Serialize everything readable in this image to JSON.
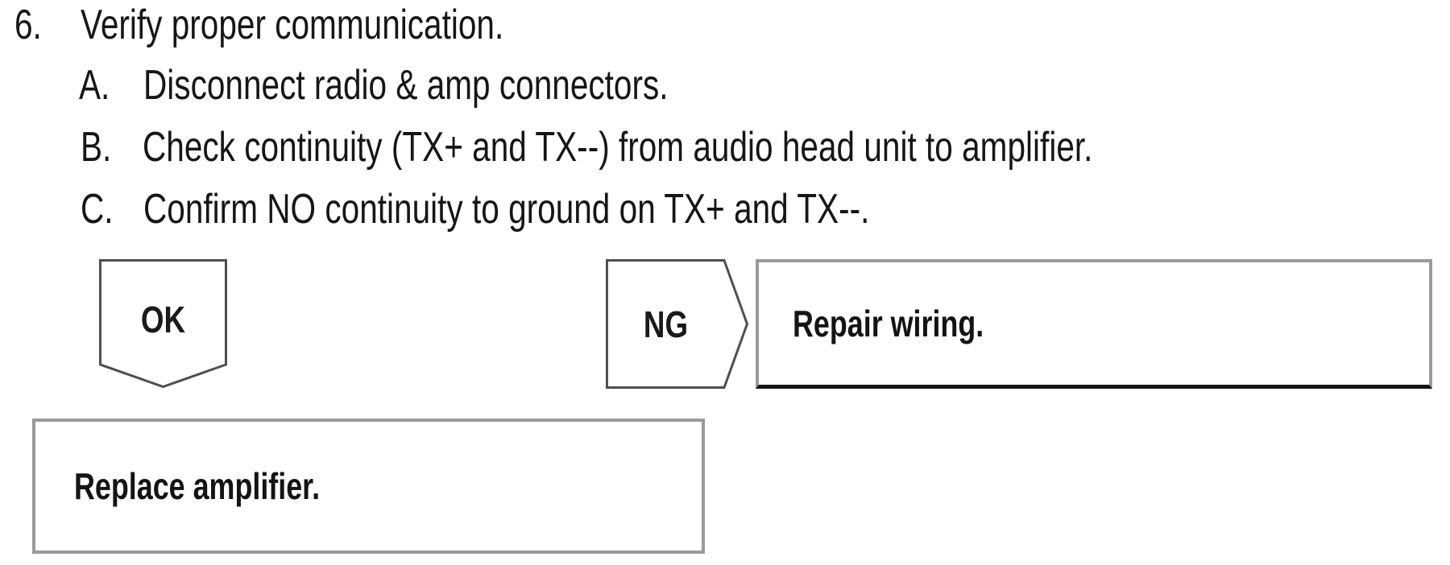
{
  "procedure": {
    "step_number": "6.",
    "step_title": "Verify proper communication.",
    "substeps": [
      {
        "label": "A.",
        "text": "Disconnect radio & amp connectors."
      },
      {
        "label": "B.",
        "text": "Check continuity (TX+ and TX--) from audio head unit to amplifier."
      },
      {
        "label": "C.",
        "text": "Confirm NO continuity to ground on TX+ and TX--."
      }
    ]
  },
  "flowchart": {
    "ok_connector_label": "OK",
    "ng_connector_label": "NG",
    "ok_action": "Replace amplifier.",
    "ng_action": "Repair wiring.",
    "colors": {
      "text": "#161616",
      "shape_outline": "#4f4f4f",
      "box_border": "#9a9a9a",
      "box_bottom_accent": "#151515",
      "background": "#ffffff"
    }
  }
}
